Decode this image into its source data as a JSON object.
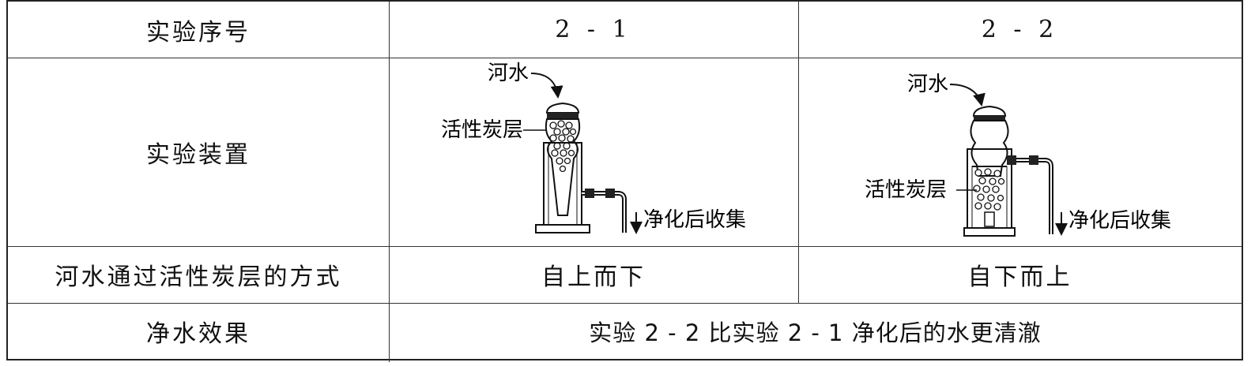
{
  "table": {
    "header": {
      "label": "实验序号",
      "col1": "2 - 1",
      "col2": "2 - 2"
    },
    "apparatus_row": {
      "label": "实验装置",
      "col1": {
        "river_water": "河水",
        "carbon_layer": "活性炭层",
        "collect": "净化后收集"
      },
      "col2": {
        "river_water": "河水",
        "carbon_layer": "活性炭层",
        "collect": "净化后收集"
      }
    },
    "method_row": {
      "label": "河水通过活性炭层的方式",
      "col1": "自上而下",
      "col2": "自下而上"
    },
    "effect_row": {
      "label": "净水效果",
      "value": "实验 2 - 2 比实验 2 - 1 净化后的水更清澈"
    }
  }
}
